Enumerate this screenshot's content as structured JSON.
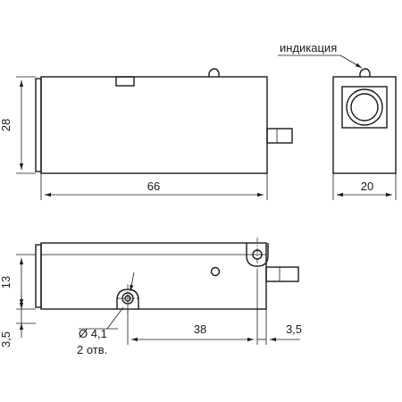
{
  "labels": {
    "indicator": "индикация",
    "holes": "2 отв."
  },
  "dimensions": {
    "height": "28",
    "length": "66",
    "width": "20",
    "thickness": "13",
    "offset": "3,5",
    "hole_pitch": "38",
    "pin_offset": "3,5",
    "hole_diameter": "Ø 4,1"
  }
}
